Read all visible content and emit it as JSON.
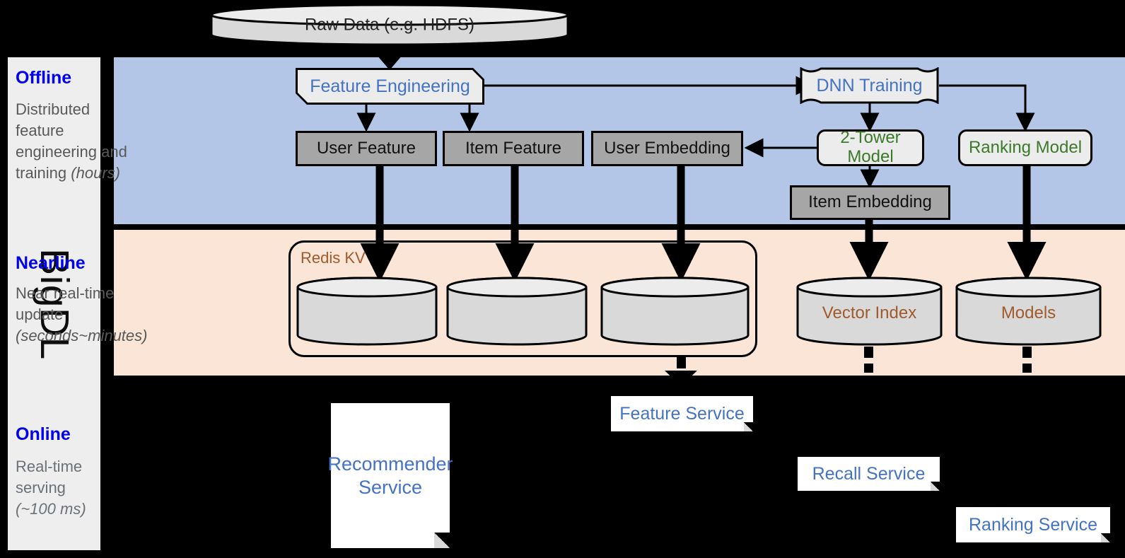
{
  "rail": {
    "label": "BigDL"
  },
  "source": {
    "label": "Raw Data (e.g. HDFS)"
  },
  "offline": {
    "title": "Offline",
    "subtitle_line1": "Distributed",
    "subtitle_line2": "feature",
    "subtitle_line3": "engineering and",
    "subtitle_line4": "training ",
    "subtitle_italic": "(hours)",
    "nodes": {
      "feature_engineering": "Feature Engineering",
      "dnn_training": "DNN Training",
      "user_feature": "User Feature",
      "item_feature": "Item Feature",
      "user_embedding": "User Embedding",
      "two_tower_model": "2-Tower Model",
      "ranking_model": "Ranking Model",
      "item_embedding": "Item Embedding"
    }
  },
  "nearline": {
    "title": "Nearline",
    "subtitle_line1": "Near real-time",
    "subtitle_line2": "update",
    "subtitle_italic": "(seconds~minutes)",
    "redis_label": "Redis KV",
    "stores": [
      {
        "label": ""
      },
      {
        "label": ""
      },
      {
        "label": ""
      }
    ],
    "vector_index": "Vector Index",
    "models": "Models"
  },
  "online": {
    "title": "Online",
    "subtitle_line1": "Real-time",
    "subtitle_line2": "serving",
    "subtitle_italic": "(~100 ms)",
    "services": {
      "recommender": "Recommender Service",
      "feature": "Feature Service",
      "recall": "Recall Service",
      "ranking": "Ranking Service"
    }
  },
  "colors": {
    "offline_bg": "#b3c6e7",
    "nearline_bg": "#fbe5d6",
    "online_bg": "#000000",
    "title_blue": "#0000ee",
    "node_blue": "#4472c4",
    "model_green": "#3b7a29",
    "store_brown": "#a05a2c",
    "grey_box": "#a6a6a6",
    "rail_bg": "#eeeeee"
  }
}
